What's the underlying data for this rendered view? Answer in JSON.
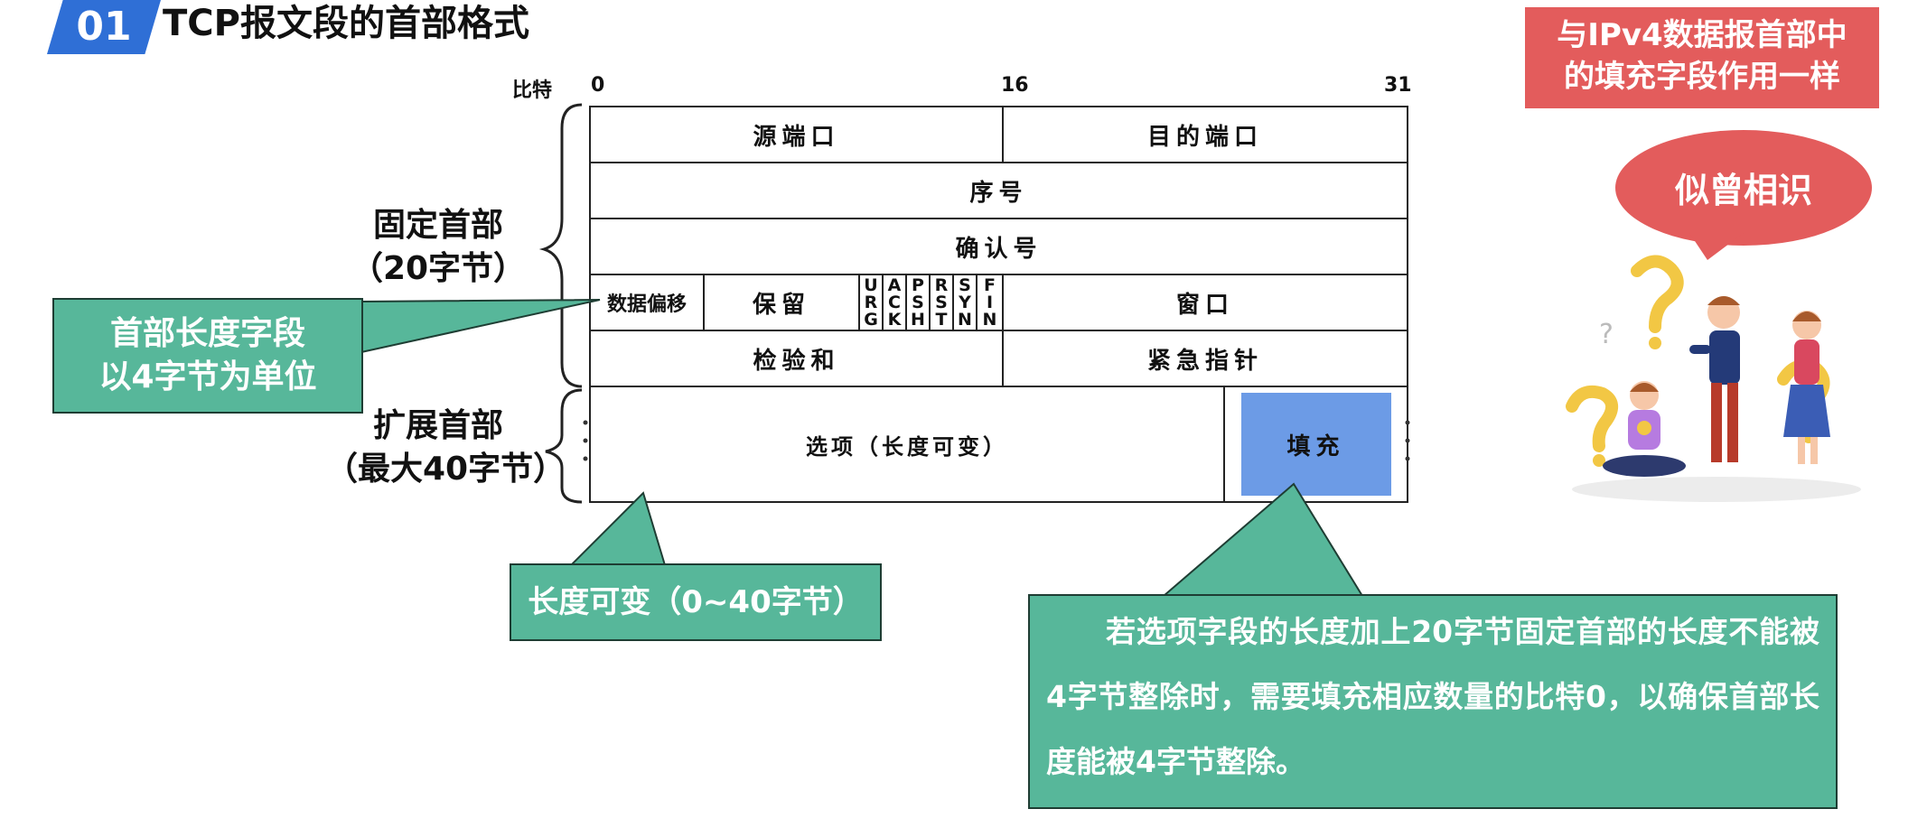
{
  "header": {
    "section_number": "01",
    "title": "TCP报文段的首部格式"
  },
  "bit_ruler": {
    "label": "比特",
    "marks": [
      "0",
      "16",
      "31"
    ]
  },
  "tcp_header": {
    "source_port": "源端口",
    "dest_port": "目的端口",
    "sequence_number": "序号",
    "ack_number": "确认号",
    "data_offset": "数据偏移",
    "reserved": "保留",
    "flags": [
      "URG",
      "ACK",
      "PSH",
      "RST",
      "SYN",
      "FIN"
    ],
    "window": "窗口",
    "checksum": "检验和",
    "urgent_pointer": "紧急指针",
    "options": "选项（长度可变）",
    "padding": "填充"
  },
  "side_labels": {
    "fixed_line1": "固定首部",
    "fixed_line2": "（20字节）",
    "ext_line1": "扩展首部",
    "ext_line2": "（最大40字节）"
  },
  "callouts": {
    "header_length_line1": "首部长度字段",
    "header_length_line2": "以4字节为单位",
    "variable_length": "长度可变（0~40字节）",
    "padding_note": "若选项字段的长度加上20字节固定首部的长度不能被4字节整除时，需要填充相应数量的比特0，以确保首部长度能被4字节整除。",
    "ipv4_note_line1": "与IPv4数据报首部中",
    "ipv4_note_line2": "的填充字段作用一样",
    "bubble": "似曾相识"
  },
  "colors": {
    "accent_blue": "#2f6fd6",
    "callout_green": "#57b79a",
    "padding_blue": "#6c9be6",
    "note_red": "#e35c5c"
  }
}
